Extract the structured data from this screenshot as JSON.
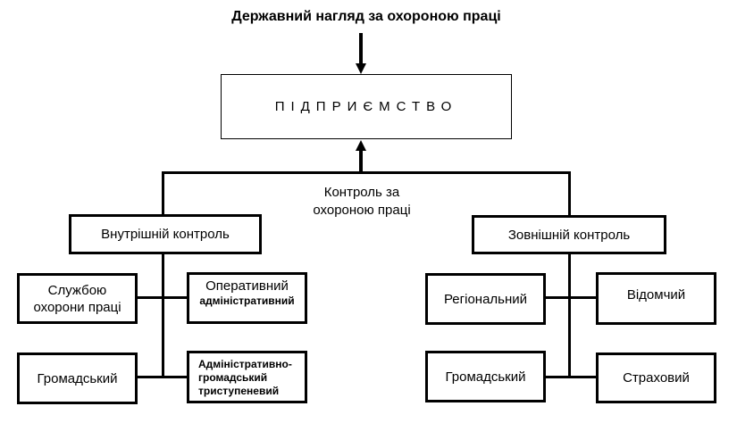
{
  "diagram": {
    "title": "Державний нагляд за охороною праці",
    "root": "ПІДПРИЄМСТВО",
    "branch_label": "Контроль за охороною праці",
    "branch_label_line1": "Контроль за",
    "branch_label_line2": "охороною праці",
    "internal": {
      "label": "Внутрішній контроль",
      "children": [
        {
          "line1": "Службою",
          "line2": "охорони праці"
        },
        {
          "line1": "Оперативний",
          "line2": "адміністративний"
        },
        {
          "line1": "Громадський"
        },
        {
          "line1": "Адміністративно-",
          "line2": "громадський",
          "line3": "триступеневий"
        }
      ]
    },
    "external": {
      "label": "Зовнішній контроль",
      "children": [
        {
          "line1": "Регіональний"
        },
        {
          "line1": "Відомчий"
        },
        {
          "line1": "Громадський"
        },
        {
          "line1": "Страховий"
        }
      ]
    }
  }
}
